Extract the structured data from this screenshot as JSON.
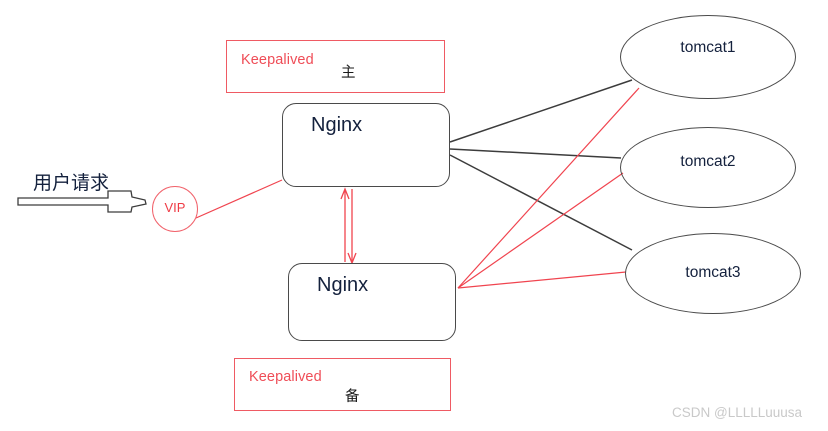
{
  "diagram": {
    "title": "Keepalived + Nginx high availability with Tomcat backends",
    "colors": {
      "accent_red": "#ef4d57",
      "line_black": "#3c3c3c",
      "line_red": "#f0444f",
      "text_dark": "#14213d",
      "watermark": "#c9c9c9"
    },
    "request": {
      "label": "用户请求",
      "arrow_icon": "block-arrow-right-icon"
    },
    "vip": {
      "label": "VIP"
    },
    "keepalived": {
      "primary": {
        "label": "Keepalived",
        "role": "主"
      },
      "backup": {
        "label": "Keepalived",
        "role": "备"
      }
    },
    "nginx": {
      "master": {
        "label": "Nginx"
      },
      "backup": {
        "label": "Nginx"
      }
    },
    "tomcats": [
      {
        "label": "tomcat1"
      },
      {
        "label": "tomcat2"
      },
      {
        "label": "tomcat3"
      }
    ],
    "watermark": "CSDN @LLLLLuuusa"
  }
}
